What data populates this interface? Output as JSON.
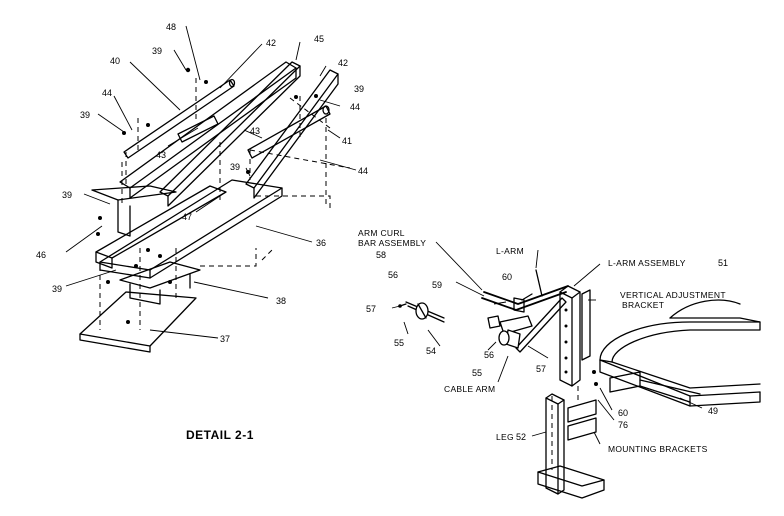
{
  "labels": {
    "l48": "48",
    "l45": "45",
    "l39a": "39",
    "l42a": "42",
    "l40": "40",
    "l42b": "42",
    "l39b": "39",
    "l44a": "44",
    "l39c": "39",
    "l44b": "44",
    "l43a": "43",
    "l41": "41",
    "l43b": "43",
    "l39d": "39",
    "l44c": "44",
    "l39e": "39",
    "l47": "47",
    "l36": "36",
    "l46": "46",
    "l39f": "39",
    "l38": "38",
    "l37": "37",
    "armcurl1": "ARM CURL",
    "armcurl2": "BAR ASSEMBLY",
    "l58": "58",
    "larm": "L-ARM",
    "larmasm": "L-ARM ASSEMBLY",
    "l51": "51",
    "l56a": "56",
    "l59": "59",
    "l60a": "60",
    "vert1": "VERTICAL ADJUSTMENT",
    "vert2": "BRACKET",
    "l57a": "57",
    "l55a": "55",
    "l54": "54",
    "l56b": "56",
    "l55b": "55",
    "l57b": "57",
    "cablearm": "CABLE ARM",
    "l60b": "60",
    "l49": "49",
    "l76": "76",
    "leg": "LEG",
    "l52": "52",
    "mounting": "MOUNTING BRACKETS",
    "detail": "DETAIL 2-1"
  }
}
